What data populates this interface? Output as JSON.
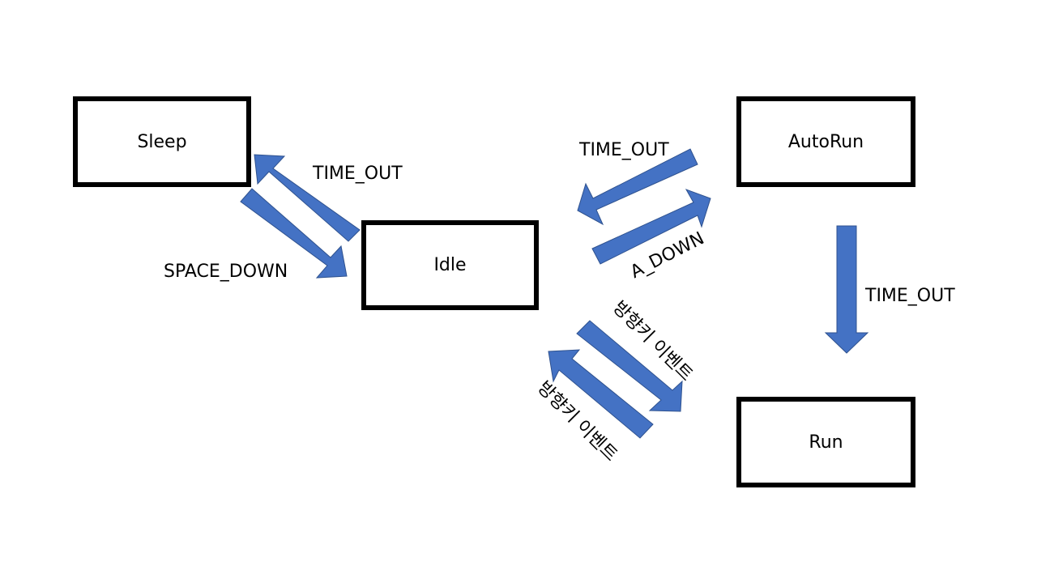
{
  "states": {
    "sleep": "Sleep",
    "idle": "Idle",
    "autorun": "AutoRun",
    "run": "Run"
  },
  "transitions": {
    "idle_to_sleep": "TIME_OUT",
    "sleep_to_idle": "SPACE_DOWN",
    "autorun_to_idle": "TIME_OUT",
    "idle_to_autorun": "A_DOWN",
    "autorun_to_run": "TIME_OUT",
    "idle_to_run": "방향키 이벤트",
    "run_to_idle": "방향키 이벤트"
  },
  "colors": {
    "arrow_fill": "#4472C4",
    "arrow_stroke": "#2F528F",
    "box_border": "#000000"
  }
}
